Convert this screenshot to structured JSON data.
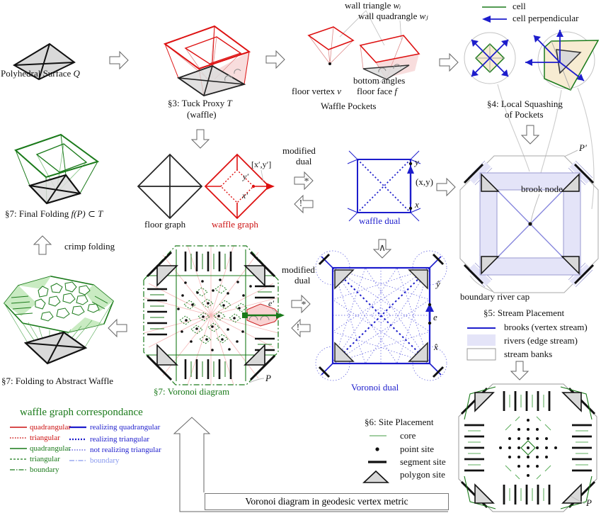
{
  "figure": {
    "polyhedral": {
      "text": "Polyhedral Surface ",
      "var": "Q"
    },
    "tuck_proxy": {
      "title": "§3: Tuck Proxy ",
      "var": "T",
      "subtitle": "(waffle)"
    },
    "pockets": {
      "wall_triangle": "wall triangle ",
      "wall_triangle_var": "wᵢ",
      "wall_quadrangle": "wall quadrangle ",
      "wall_quadrangle_var": "wⱼ",
      "bottom_angles": "bottom angles",
      "floor_vertex": "floor vertex ",
      "floor_vertex_var": "v",
      "floor_face": "floor face ",
      "floor_face_var": "f",
      "caption": "Waffle Pockets"
    },
    "cell_legend": {
      "cell": "cell",
      "cell_perpendicular": "cell perpendicular"
    },
    "squashing": {
      "line1": "§4: Local Squashing",
      "line2": "of Pockets"
    },
    "final_folding": {
      "text": "§7: Final Folding ",
      "var": "f(P) ⊂ T"
    },
    "crimp_folding": "crimp folding",
    "floor_graph": "floor graph",
    "waffle_graph": "waffle graph",
    "waffle_graph_marks": {
      "bracket": "[x′,y′]",
      "y": "y′",
      "x": "x′"
    },
    "modified_dual": {
      "line1": "modified",
      "line2": "dual",
      "star": "*",
      "excl": "!",
      "wedge": "∧"
    },
    "waffle_dual": {
      "caption": "waffle dual",
      "x": "x",
      "y": "y",
      "pair": "(x,y)"
    },
    "river": {
      "p_prime": "P′",
      "brook_node": "brook node",
      "boundary_cap": "boundary river cap"
    },
    "stream_legend": {
      "title": "§5: Stream Placement",
      "items": [
        {
          "label": "brooks (vertex stream)"
        },
        {
          "label": "rivers (edge stream)"
        },
        {
          "label": "stream banks"
        }
      ]
    },
    "abstract_waffle": "§7: Folding to Abstract Waffle",
    "voronoi": {
      "caption": "§7: Voronoi diagram",
      "p": "P",
      "e_prime": "e′"
    },
    "voronoi_dual": {
      "caption": "Voronoi dual",
      "y_hat": "ŷ",
      "e": "e",
      "x_hat": "x̂"
    },
    "bottom_octagon": {
      "p": "P"
    },
    "correspondence": {
      "title": "waffle graph correspondance",
      "left": [
        {
          "label": "quadrangular"
        },
        {
          "label": "triangular"
        },
        {
          "label": "quadrangular"
        },
        {
          "label": "triangular"
        },
        {
          "label": "boundary"
        }
      ],
      "right": [
        {
          "label": "realizing quadrangular"
        },
        {
          "label": "realizing triangular"
        },
        {
          "label": "not realizing triangular"
        },
        {
          "label": "boundary"
        }
      ]
    },
    "site_legend": {
      "title": "§6: Site Placement",
      "items": [
        {
          "label": "core"
        },
        {
          "label": "point site"
        },
        {
          "label": "segment site"
        },
        {
          "label": "polygon site"
        }
      ]
    },
    "banner": "Voronoi diagram in geodesic vertex metric"
  },
  "colors": {
    "red": "#cc1111",
    "green": "#1a7a1a",
    "blue": "#1d1dcc",
    "light_blue": "#8899ee",
    "lavender": "#e4e4f8",
    "tan": "#f7ecd2",
    "gray_fill": "#d9d9d9",
    "pink_line": "#f5b8b8"
  }
}
